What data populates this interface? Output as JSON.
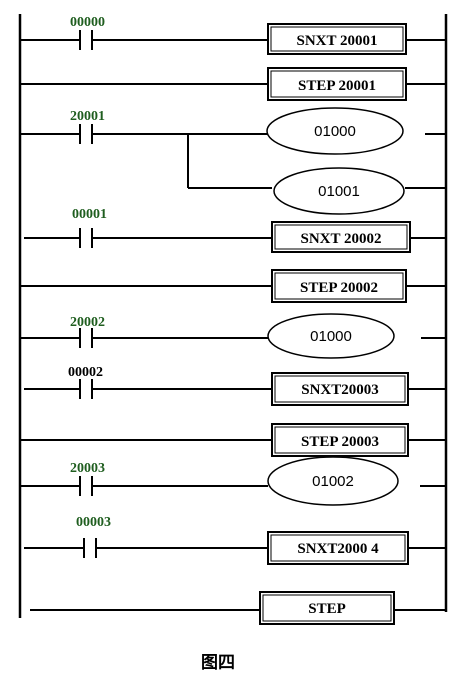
{
  "rungs": [
    {
      "contact": "00000",
      "instruction": "SNXT 20001"
    },
    {
      "instruction": "STEP 20001"
    },
    {
      "contact": "20001",
      "coils": [
        "01000",
        "01001"
      ]
    },
    {
      "contact": "00001",
      "instruction": "SNXT 20002"
    },
    {
      "instruction": "STEP 20002"
    },
    {
      "contact": "20002",
      "coils": [
        "01000"
      ]
    },
    {
      "contact": "00002",
      "instruction": "SNXT20003"
    },
    {
      "instruction": "STEP 20003"
    },
    {
      "contact": "20003",
      "coils": [
        "01002"
      ]
    },
    {
      "contact": "00003",
      "instruction": "SNXT2000 4"
    },
    {
      "instruction": "STEP"
    }
  ],
  "caption": "图四"
}
